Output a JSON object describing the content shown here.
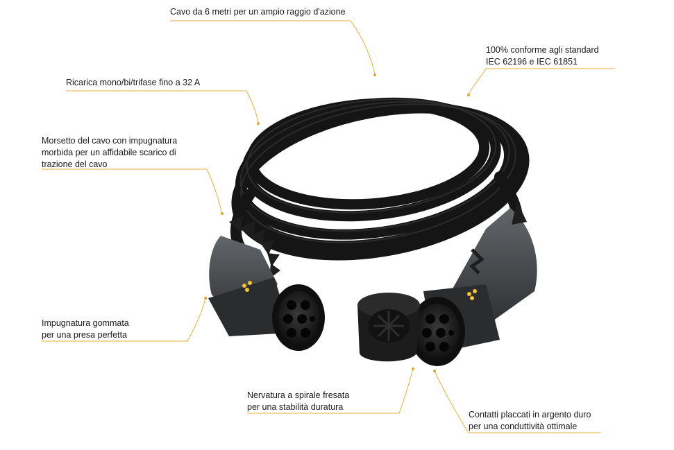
{
  "annotations": {
    "cable_length": "Cavo da 6 metri per un ampio raggio d'azione",
    "standards": "100% conforme agli standard\nIEC 62196 e IEC 61851",
    "charging": "Ricarica mono/bi/trifase fino a 32 A",
    "clamp": "Morsetto del cavo con impugnatura\nmorbida per un affidabile scarico di\ntrazione del cavo",
    "grip": "Impugnatura gommata\nper una presa perfetta",
    "ribbing": "Nervatura a spirale fresata\nper una stabilità duratura",
    "contacts": "Contatti placcati in argento duro\nper una conduttività ottimale"
  },
  "colors": {
    "accent_line": "#e4b23c",
    "cable": "#1c1c1c",
    "plug_body": "#4a4d50",
    "logo": "#f2c230"
  },
  "image": {
    "subject": "type-2-ev-charging-cable"
  }
}
